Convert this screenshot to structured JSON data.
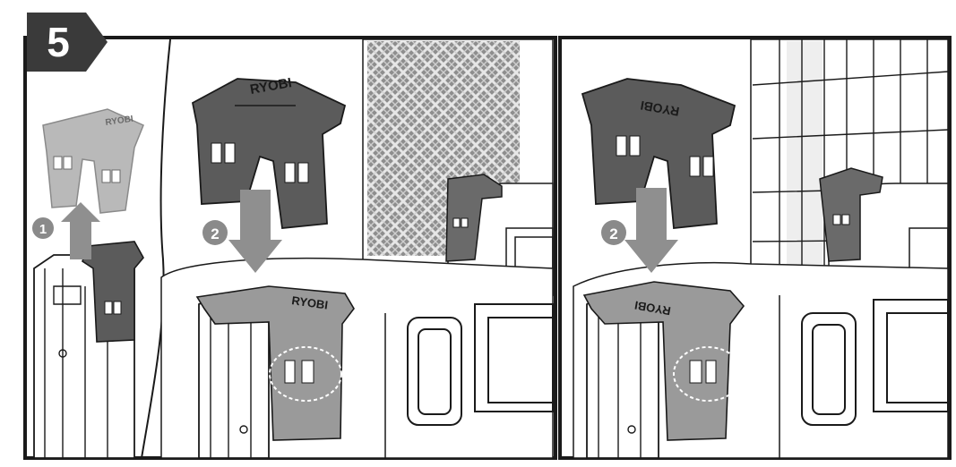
{
  "step": {
    "number": "5"
  },
  "panels": {
    "left": {
      "clip_old_logo": "RYOBI",
      "clip_new_logo": "RYOBI",
      "clip_installed_logo": "RYOBI",
      "remove_step_number": "1",
      "install_step_number": "2"
    },
    "right": {
      "clip_new_logo": "RYOBI",
      "clip_installed_logo": "RYOBI",
      "install_step_number": "2"
    }
  },
  "colors": {
    "frame": "#1a1a1a",
    "badge": "#3a3a3a",
    "clip_dark": "#5b5b5b",
    "clip_light": "#b9b9b9",
    "clip_installed": "#9a9a9a",
    "arrow": "#8f8f8f",
    "step_circle": "#8a8a8a",
    "mesh": "#9b9b9b"
  },
  "icons": [
    "up-arrow-icon",
    "down-arrow-icon",
    "dashed-circle-highlight-icon"
  ]
}
